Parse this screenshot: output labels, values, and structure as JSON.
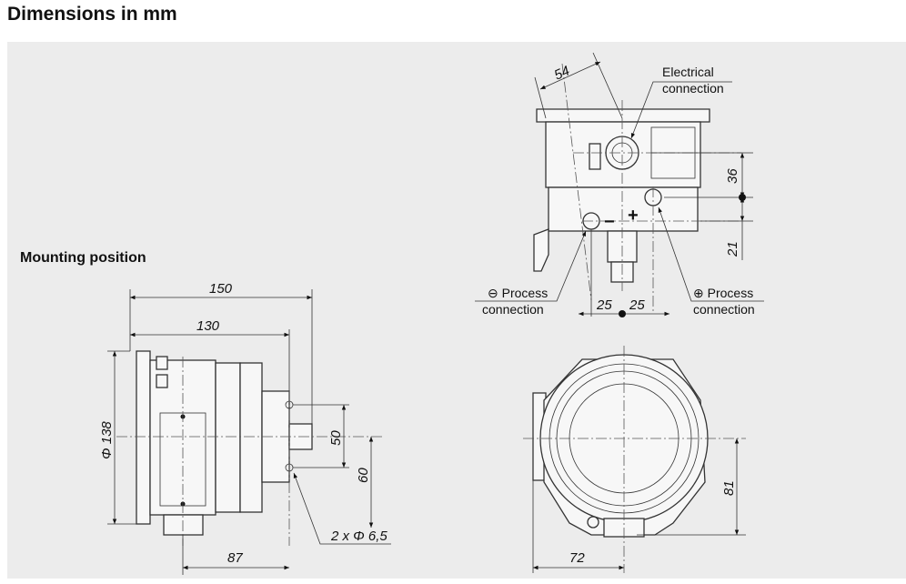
{
  "header": {
    "title": "Dimensions in mm"
  },
  "mounting": {
    "title": "Mounting position"
  },
  "callouts": {
    "electrical": [
      "Electrical",
      "connection"
    ],
    "minus_process": [
      "⊖ Process",
      "connection"
    ],
    "plus_process": [
      "⊕ Process",
      "connection"
    ],
    "hole_spec": "2 x Φ 6,5",
    "plus_sign": "+",
    "minus_sign": "−"
  },
  "dimensions": {
    "d150": "150",
    "d130": "130",
    "d138": "Φ 138",
    "d50": "50",
    "d60": "60",
    "d87": "87",
    "d54": "54",
    "d36": "36",
    "d21": "21",
    "d25a": "25",
    "d25b": "25",
    "d81": "81",
    "d72": "72"
  },
  "colors": {
    "panel": "#ececec",
    "line": "#333333",
    "text": "#111111"
  }
}
